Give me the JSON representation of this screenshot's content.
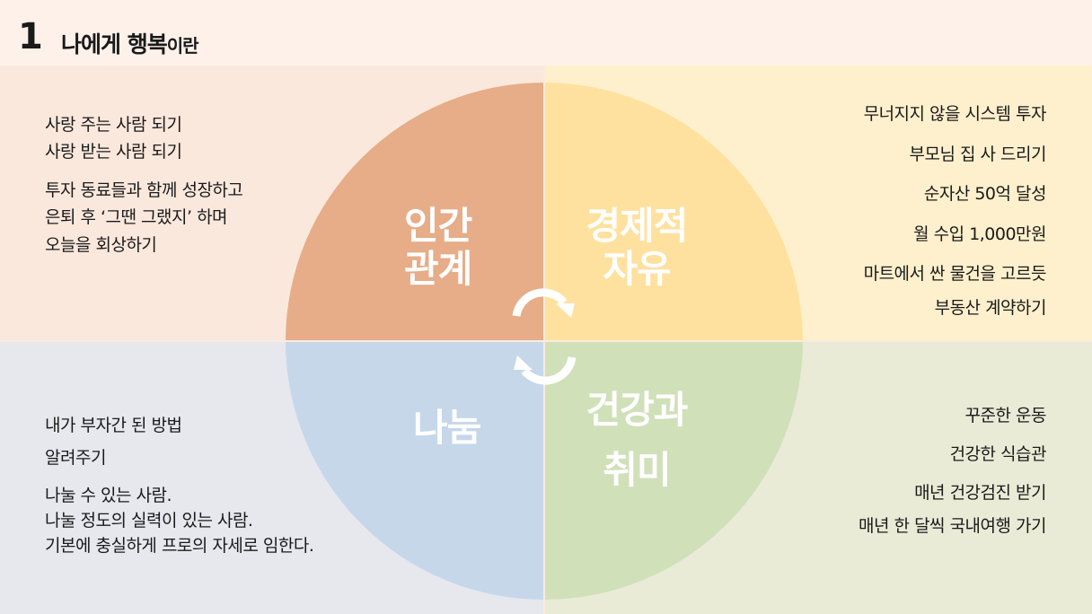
{
  "header": {
    "number": "1",
    "title_a": "나에게 ",
    "title_b": "행복",
    "title_c": "이란"
  },
  "colors": {
    "relations": "#e6ad88",
    "freedom": "#ffe19f",
    "sharing": "#c6d7ea",
    "health": "#d0e0b9"
  },
  "quadrants": {
    "relations": {
      "label_1": "인간",
      "label_2": "관계",
      "lines": [
        "사랑 주는 사람 되기",
        "사랑 받는 사람 되기",
        "투자 동료들과 함께 성장하고",
        "은퇴 후 ‘그땐 그랬지’ 하며",
        "오늘을 회상하기"
      ]
    },
    "freedom": {
      "label_1": "경제적",
      "label_2": "자유",
      "lines": [
        "무너지지 않을 시스템 투자",
        "부모님 집 사 드리기",
        "순자산 50억 달성",
        "월 수입 1,000만원",
        "마트에서 싼 물건을 고르듯",
        "부동산 계약하기"
      ]
    },
    "sharing": {
      "label_1": "나눔",
      "lines": [
        "내가 부자간 된 방법",
        "알려주기",
        "나눌 수 있는 사람.",
        "나눌 정도의 실력이 있는 사람.",
        "기본에 충실하게 프로의 자세로 임한다."
      ]
    },
    "health": {
      "label_1": "건강과",
      "label_2": "취미",
      "lines": [
        "꾸준한 운동",
        "건강한 식습관",
        "매년 건강검진 받기",
        "매년 한 달씩 국내여행 가기"
      ]
    }
  }
}
